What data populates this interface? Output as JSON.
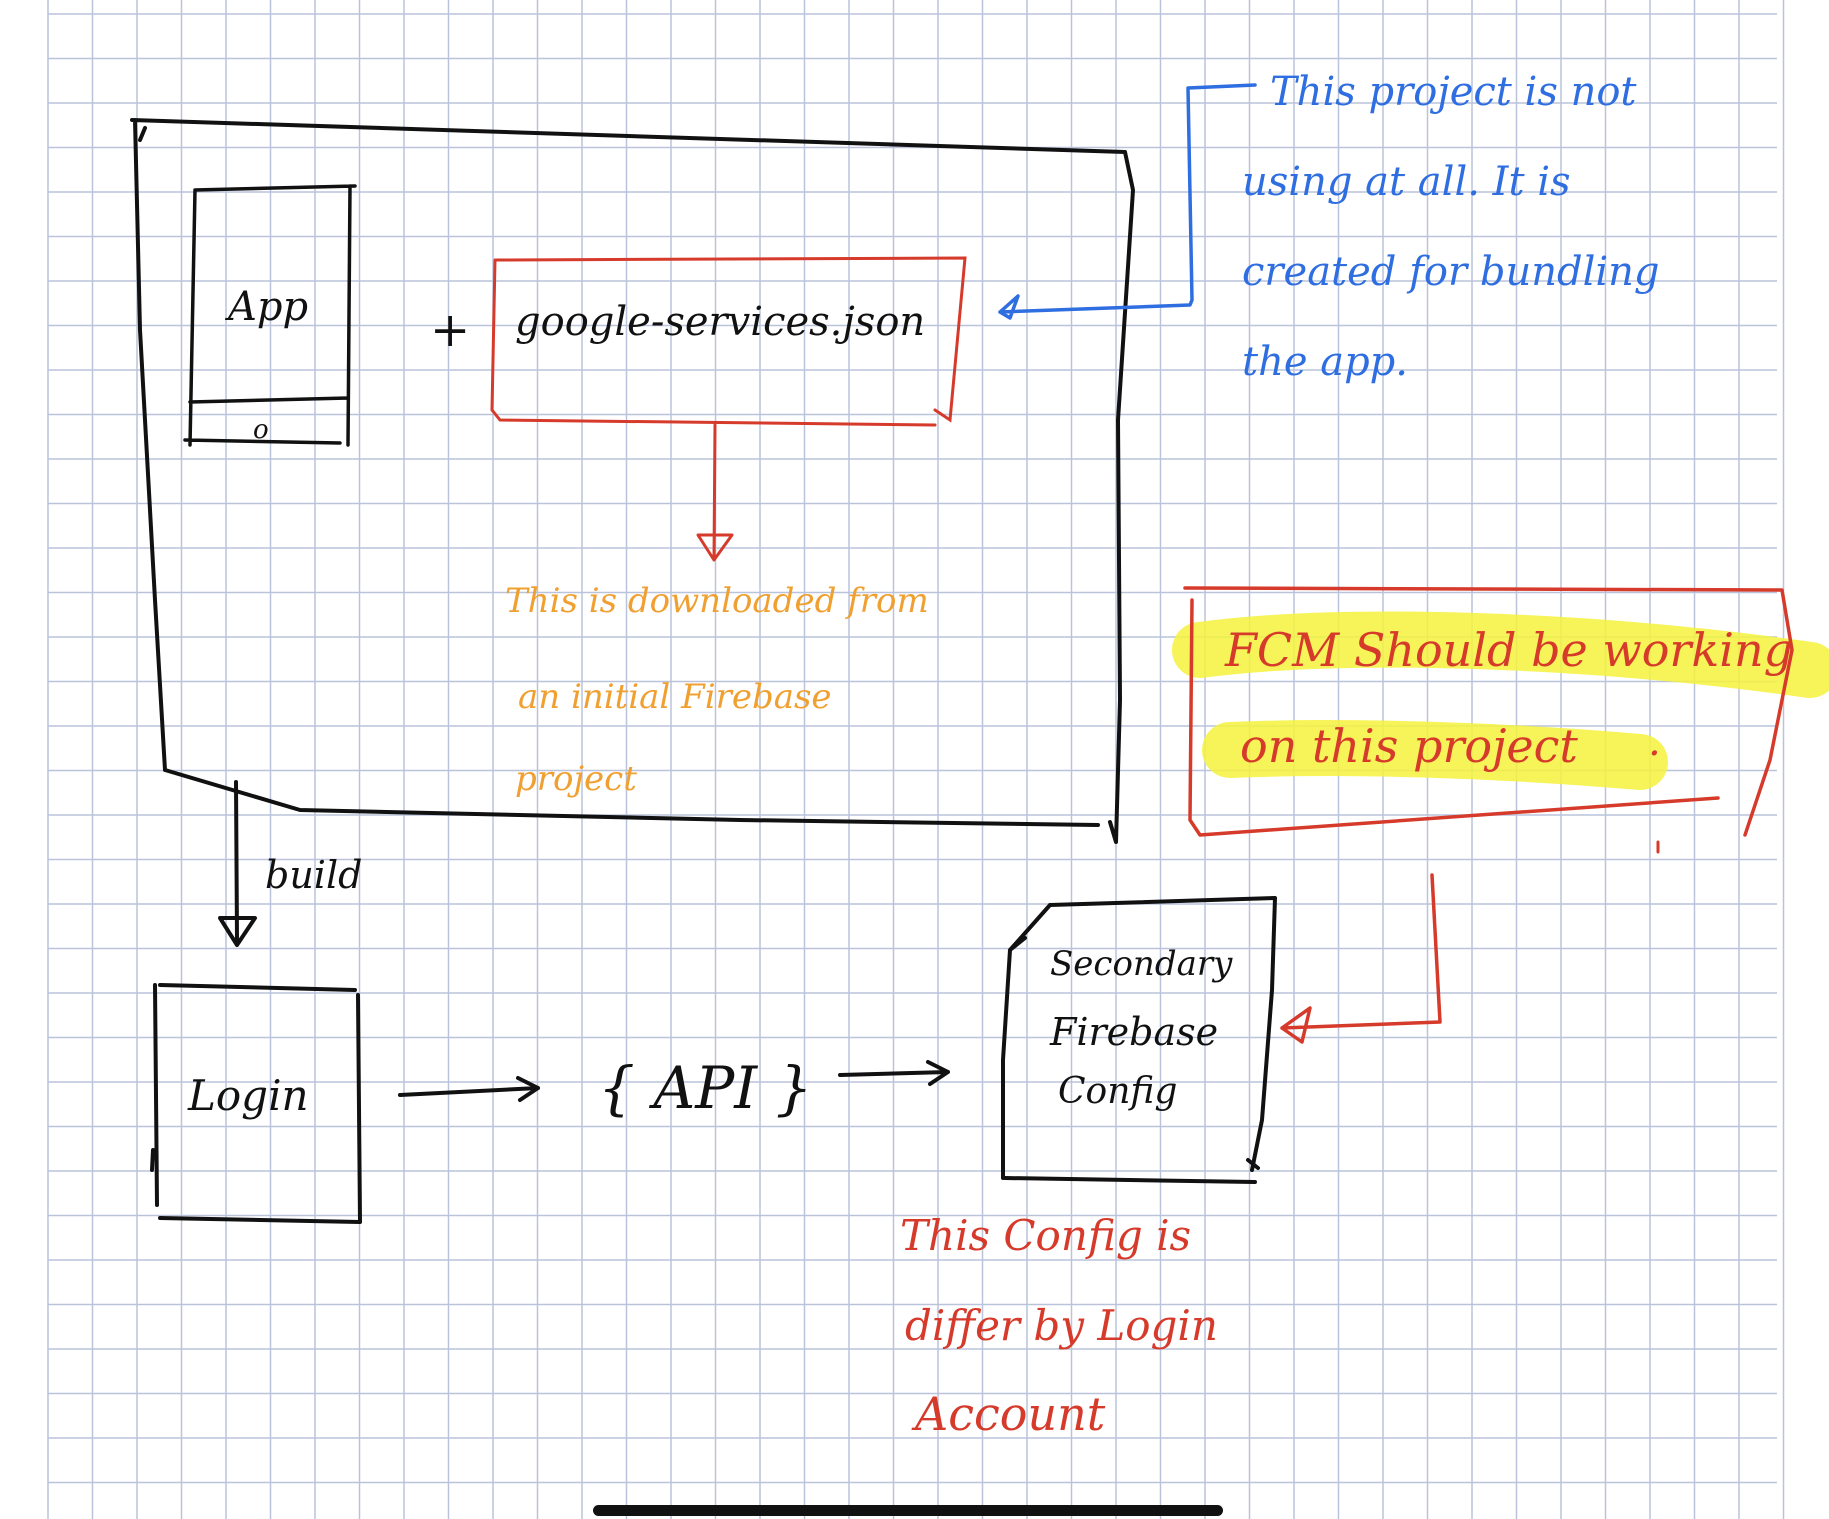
{
  "colors": {
    "paper": "#ffffff",
    "grid": "#b9c3dc",
    "ink_black": "#111111",
    "ink_red": "#d63a2a",
    "ink_blue": "#2f6ee0",
    "ink_orange": "#f0a030",
    "highlight": "#f4f23c"
  },
  "app_box": {
    "label": "App",
    "home_button": "o"
  },
  "plus_sign": "+",
  "google_services": {
    "label": "google-services.json"
  },
  "orange_note": {
    "line1": "This is downloaded from",
    "line2": "an initial Firebase",
    "line3": "project"
  },
  "blue_note": {
    "line1": "This project is not",
    "line2": "using at all. It is",
    "line3": "created for bundling",
    "line4": "the app."
  },
  "fcm_note": {
    "line1": "FCM Should be working",
    "line2": "on this project",
    "dot": "."
  },
  "build_label": "build",
  "login_box": {
    "label": "Login"
  },
  "api_label": "{ API }",
  "secondary_config": {
    "line1": "Secondary",
    "line2": "Firebase",
    "line3": "Config"
  },
  "red_note": {
    "line1": "This Config is",
    "line2": "differ by Login",
    "line3": "Account"
  }
}
